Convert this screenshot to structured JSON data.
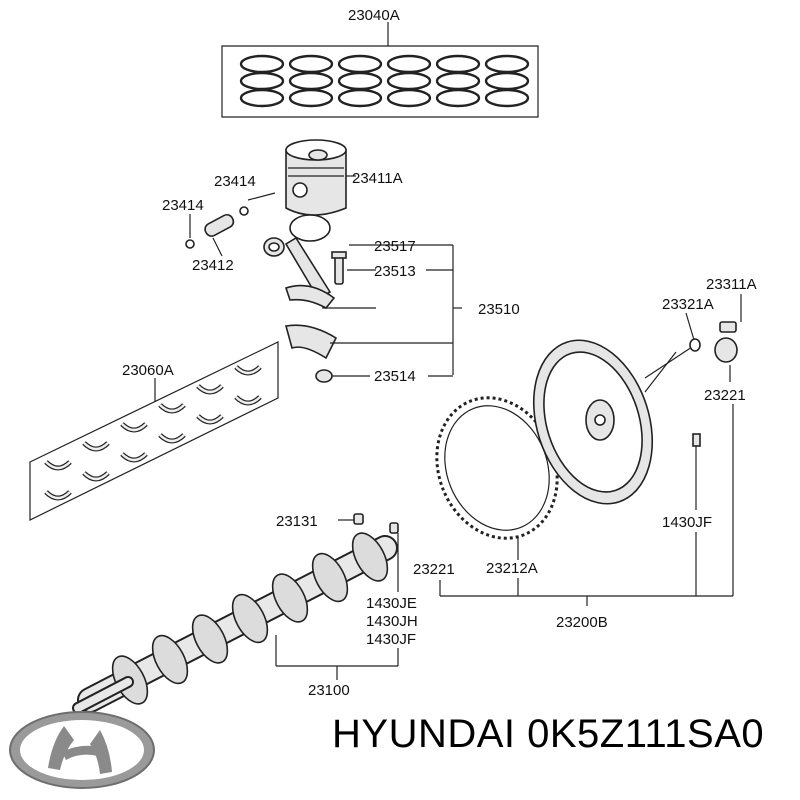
{
  "labels": {
    "l23040A": "23040A",
    "l23414a": "23414",
    "l23414b": "23414",
    "l23411A": "23411A",
    "l23412": "23412",
    "l23517": "23517",
    "l23513": "23513",
    "l23510": "23510",
    "l23514": "23514",
    "l23060A": "23060A",
    "l23311A": "23311A",
    "l23321A": "23321A",
    "l23221a": "23221",
    "l23221b": "23221",
    "l1430JFa": "1430JF",
    "l23212A": "23212A",
    "l23200B": "23200B",
    "l23131": "23131",
    "l1430JE": "1430JE",
    "l1430JH": "1430JH",
    "l1430JFb": "1430JF",
    "l23100": "23100"
  },
  "footer": {
    "brand_part": "HYUNDAI 0K5Z111SA0"
  },
  "colors": {
    "logo": "#8a8a8a",
    "line": "#222222"
  }
}
